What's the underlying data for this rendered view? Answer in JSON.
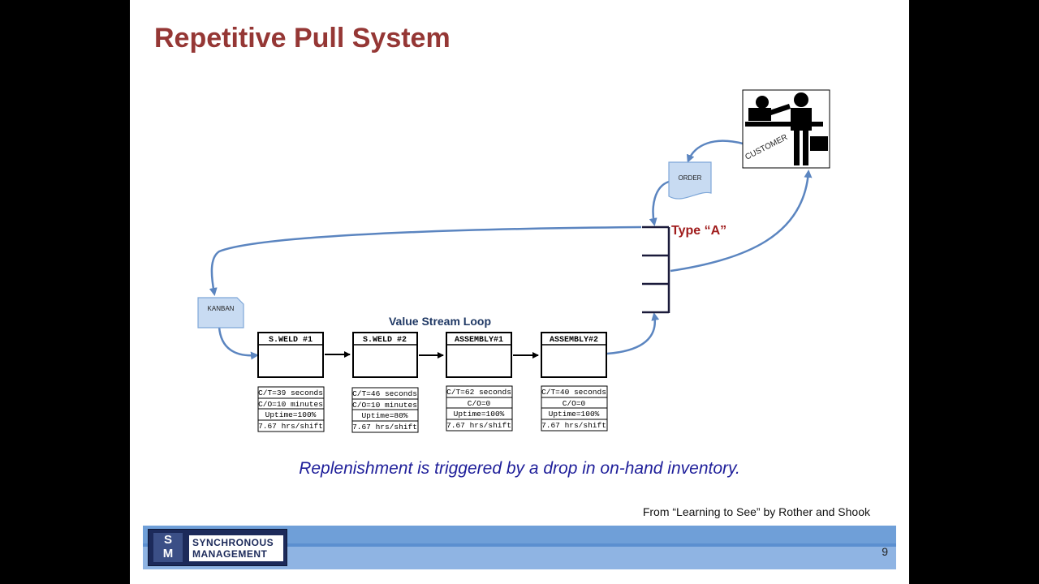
{
  "slide": {
    "title": "Repetitive Pull System",
    "subtitle": "Replenishment is triggered by a drop in on-hand inventory.",
    "credit": "From “Learning to See” by Rother and Shook",
    "page_number": "9"
  },
  "diagram": {
    "customer_label": "CUSTOMER",
    "order_label": "ORDER",
    "kanban_label": "KANBAN",
    "supermarket_label": "Type “A”",
    "loop_label": "Value Stream Loop",
    "processes": [
      {
        "name": "S.WELD #1",
        "data": [
          "C/T=39 seconds",
          "C/O=10 minutes",
          "Uptime=100%",
          "7.67 hrs/shift"
        ]
      },
      {
        "name": "S.WELD #2",
        "data": [
          "C/T=46 seconds",
          "C/O=10 minutes",
          "Uptime=80%",
          "7.67 hrs/shift"
        ]
      },
      {
        "name": "ASSEMBLY#1",
        "data": [
          "C/T=62 seconds",
          "C/O=0",
          "Uptime=100%",
          "7.67 hrs/shift"
        ]
      },
      {
        "name": "ASSEMBLY#2",
        "data": [
          "C/T=40 seconds",
          "C/O=0",
          "Uptime=100%",
          "7.67 hrs/shift"
        ]
      }
    ]
  },
  "footer": {
    "logo_mark_top": "S",
    "logo_mark_bottom": "M",
    "logo_line1": "SYNCHRONOUS",
    "logo_line2": "MANAGEMENT"
  },
  "colors": {
    "title": "#953735",
    "flow_arrow": "#5b85c0",
    "subtitle": "#1f1f9a",
    "footer_band": "#8fb4e3"
  }
}
